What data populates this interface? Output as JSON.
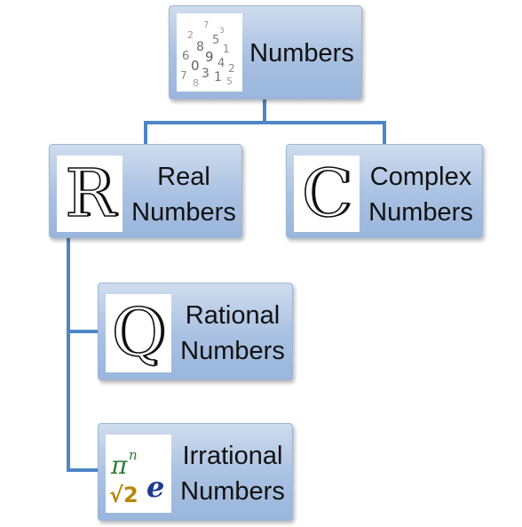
{
  "root": {
    "label": "Numbers",
    "icon": "scattered-numbers-icon"
  },
  "children": [
    {
      "label_line1": "Real",
      "label_line2": "Numbers",
      "icon": "double-struck-R-icon",
      "icon_text": "R"
    },
    {
      "label_line1": "Complex",
      "label_line2": "Numbers",
      "icon": "double-struck-C-icon",
      "icon_text": "C"
    }
  ],
  "real_children": [
    {
      "label_line1": "Rational",
      "label_line2": "Numbers",
      "icon": "double-struck-Q-icon",
      "icon_text": "Q"
    },
    {
      "label_line1": "Irrational",
      "label_line2": "Numbers",
      "icon": "pi-sqrt2-e-icon",
      "icon_text": {
        "pi": "π",
        "exp": "n",
        "sqrt": "√2",
        "e": "e"
      }
    }
  ],
  "colors": {
    "connector": "#4f86c6",
    "node_top": "#cfdcee",
    "node_bottom": "#9ab6dc"
  }
}
